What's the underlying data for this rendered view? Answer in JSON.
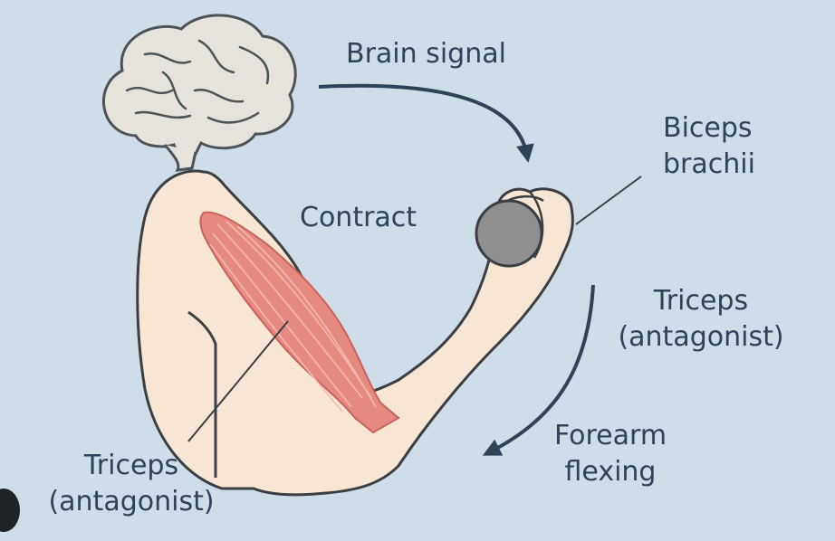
{
  "labels": {
    "brain_signal": "Brain signal",
    "contract": "Contract",
    "biceps_line1": "Biceps",
    "biceps_line2": "brachii",
    "triceps_right_line1": "Triceps",
    "triceps_right_line2": "(antagonist)",
    "forearm_line1": "Forearm",
    "forearm_line2": "flexing",
    "triceps_left_line1": "Triceps",
    "triceps_left_line2": "(antagonist)"
  },
  "colors": {
    "background": "#cfdde8",
    "skin": "#f6e6d3",
    "outline": "#3b3f44",
    "muscle": "#e58a80",
    "muscle_fiber": "#f3b9ae",
    "brain": "#e6e2dc",
    "dumbbell": "#8f8f8f",
    "arrow": "#2e4358",
    "text": "#2e4358"
  },
  "icons": [
    "brain-icon",
    "dumbbell-icon"
  ]
}
